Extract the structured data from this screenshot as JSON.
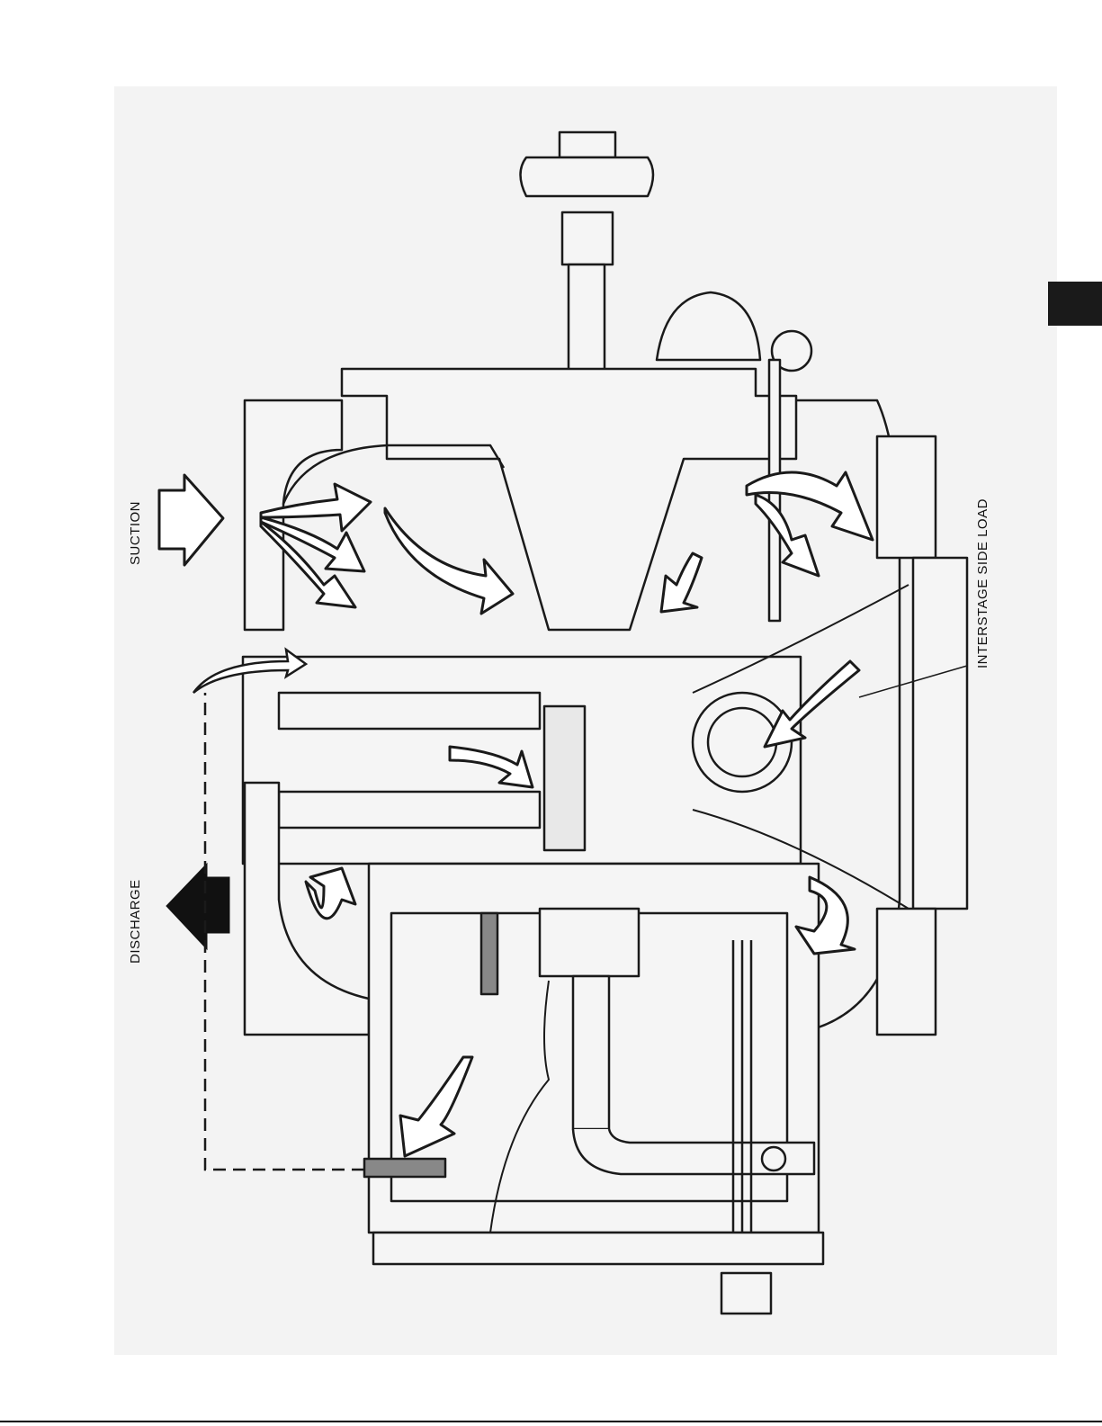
{
  "labels": {
    "suction": "SUCTION",
    "discharge": "DISCHARGE",
    "interstage_side_load": "INTERSTAGE SIDE LOAD"
  },
  "colors": {
    "panel": "#f3f3f3",
    "line": "#1a1a1a",
    "tab": "#1a1a1a"
  }
}
